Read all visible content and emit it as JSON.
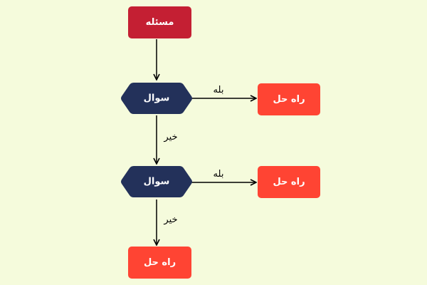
{
  "colors": {
    "background": "#f5fbdc",
    "problem_fill": "#c41f33",
    "decision_fill": "#23315a",
    "solution_fill": "#ff4433",
    "edge": "#000000",
    "node_text": "#ffffff"
  },
  "nodes": {
    "problem": "مسئله",
    "question_1": "سوال",
    "question_2": "سوال",
    "solution_1": "راه حل",
    "solution_2": "راه حل",
    "solution_3": "راه حل"
  },
  "edges": {
    "yes_1": "بله",
    "no_1": "خیر",
    "yes_2": "بله",
    "no_2": "خیر"
  }
}
